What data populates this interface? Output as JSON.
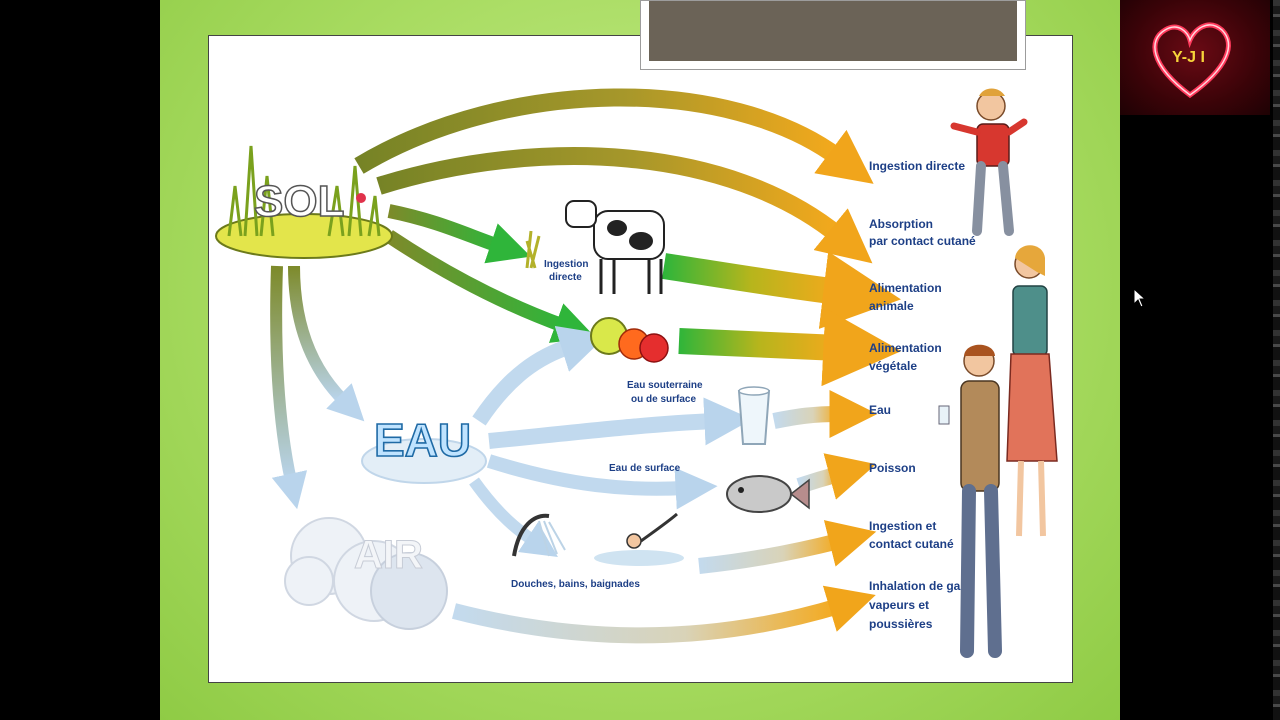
{
  "diagram": {
    "sources": {
      "sol": "SOL",
      "eau": "EAU",
      "air": "AIR"
    },
    "intermediate": {
      "ingestion_directe_line1": "Ingestion",
      "ingestion_directe_line2": "directe",
      "eau_souterraine_line1": "Eau souterraine",
      "eau_souterraine_line2": "ou de surface",
      "eau_de_surface": "Eau de surface",
      "douches": "Douches, bains, baignades"
    },
    "pathways": [
      {
        "id": "ingestion-directe",
        "lines": [
          "Ingestion directe"
        ]
      },
      {
        "id": "absorption",
        "lines": [
          "Absorption",
          "par contact cutané"
        ]
      },
      {
        "id": "alimentation-animale",
        "lines": [
          "Alimentation",
          "animale"
        ]
      },
      {
        "id": "alimentation-vegetale",
        "lines": [
          "Alimentation",
          "végétale"
        ]
      },
      {
        "id": "eau",
        "lines": [
          "Eau"
        ]
      },
      {
        "id": "poisson",
        "lines": [
          "Poisson"
        ]
      },
      {
        "id": "ingestion-contact",
        "lines": [
          "Ingestion et",
          "contact cutané"
        ]
      },
      {
        "id": "inhalation",
        "lines": [
          "Inhalation de gaz,",
          "vapeurs et",
          "poussières"
        ]
      }
    ]
  },
  "logo": {
    "text": "Y-J I"
  },
  "colors": {
    "slide_bg": "#a9dc62",
    "arrow_olive": "#7d8a2a",
    "arrow_orange": "#f1a51b",
    "arrow_green": "#2fb53a",
    "arrow_blue": "#b9d4ec",
    "label_text": "#1d3f86",
    "title_box": "#6b6357"
  }
}
